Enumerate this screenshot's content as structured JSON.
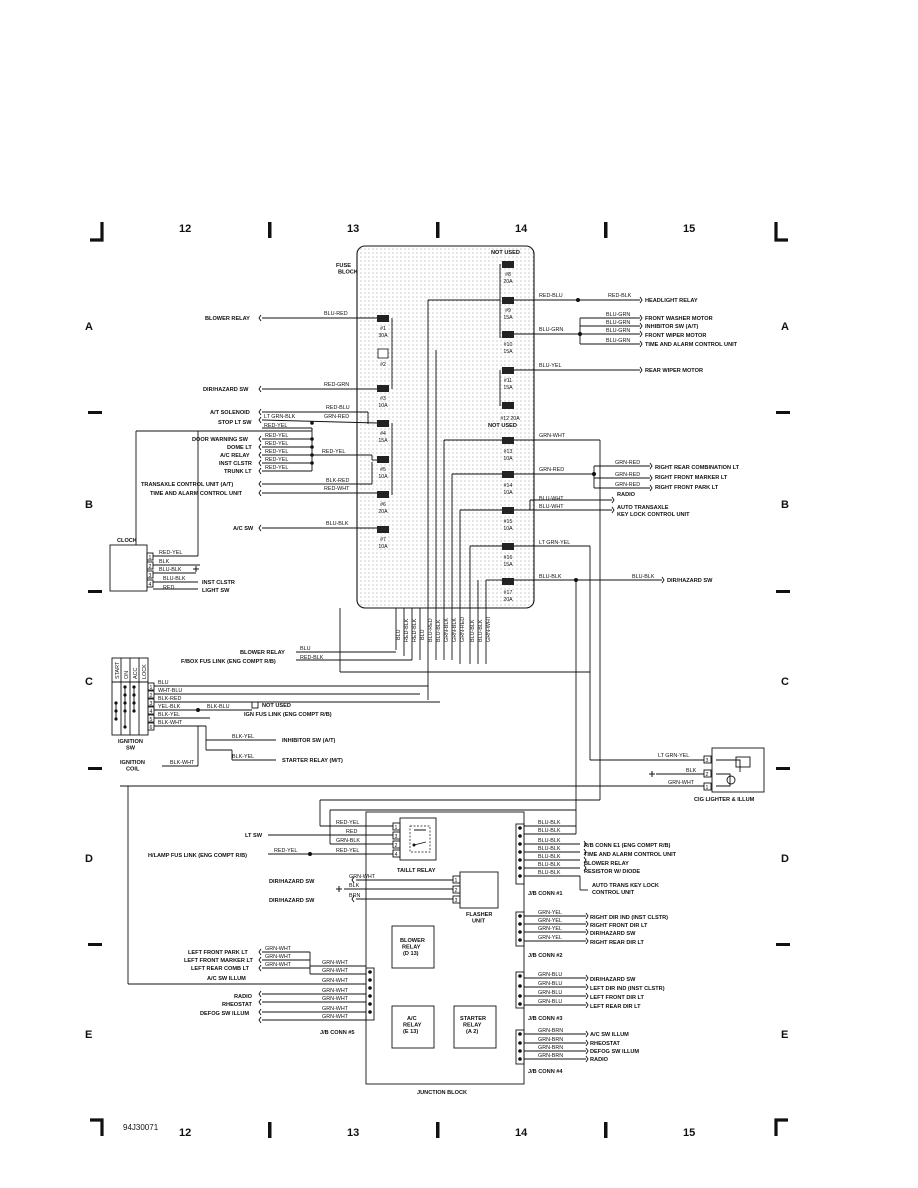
{
  "grid": {
    "top_columns": [
      "12",
      "13",
      "14",
      "15"
    ],
    "bottom_columns": [
      "12",
      "13",
      "14",
      "15"
    ],
    "left_rows": [
      "A",
      "B",
      "C",
      "D",
      "E"
    ],
    "right_rows": [
      "A",
      "B",
      "C",
      "D",
      "E"
    ]
  },
  "figure_id": "94J30071",
  "fuse_block": {
    "title": "FUSE\nBLOCK",
    "fuses": [
      {
        "id": "#8",
        "rating": "20A"
      },
      {
        "id": "#9",
        "rating": "15A"
      },
      {
        "id": "#10",
        "rating": "15A"
      },
      {
        "id": "#11",
        "rating": "15A"
      },
      {
        "id": "#12",
        "rating": "20A"
      },
      {
        "id": "#13",
        "rating": "10A"
      },
      {
        "id": "#14",
        "rating": "10A"
      },
      {
        "id": "#15",
        "rating": "10A"
      },
      {
        "id": "#16",
        "rating": "15A"
      },
      {
        "id": "#17",
        "rating": "20A"
      },
      {
        "id": "#1",
        "rating": "30A"
      },
      {
        "id": "#2",
        "rating": ""
      },
      {
        "id": "#3",
        "rating": "10A"
      },
      {
        "id": "#4",
        "rating": "15A"
      },
      {
        "id": "#5",
        "rating": "10A"
      },
      {
        "id": "#6",
        "rating": "20A"
      },
      {
        "id": "#7",
        "rating": "10A"
      }
    ],
    "not_used_top": "NOT USED",
    "not_used_12": "NOT USED",
    "fuse12_label": "#12 20A",
    "bottom_wires": [
      "BLU",
      "RED-BLK",
      "RED-BLK",
      "RED-BLK",
      "BLU",
      "BLU",
      "BLU-BLK",
      "GRN-BLK",
      "GRN-BLK",
      "GRN-RED",
      "BLU-BLK",
      "BLU-BLK",
      "BLU-BLK"
    ],
    "bottom_wires2": [
      "BLU-RED",
      "BLU-BLK",
      "GRN-WHT"
    ]
  },
  "left_components": [
    {
      "label": "BLOWER RELAY",
      "wire": "BLU-RED"
    },
    {
      "label": "DIR/HAZARD SW",
      "wire": "RED-GRN"
    },
    {
      "label": "A/T SOLENOID",
      "wire": "RED-BLU"
    },
    {
      "label": "STOP LT SW",
      "wire": "LT GRN-BLK"
    },
    {
      "label": "DOOR WARNING SW",
      "wire": "RED-YEL"
    },
    {
      "label": "DOME LT",
      "wire": "RED-YEL"
    },
    {
      "label": "A/C RELAY",
      "wire": "RED-YEL"
    },
    {
      "label": "INST CLSTR",
      "wire": "RED-YEL"
    },
    {
      "label": "TRUNK LT",
      "wire": "RED-YEL"
    },
    {
      "label": "TRANSAXLE CONTROL UNIT (A/T)",
      "wire": "BLK-RED"
    },
    {
      "label": "TIME AND ALARM CONTROL UNIT",
      "wire": "RED-WHT"
    },
    {
      "label": "A/C SW",
      "wire": "BLU-BLK"
    }
  ],
  "extra_wires": {
    "grn_red": "GRN-RED",
    "red_yel_a": "RED-YEL",
    "red_yel_b": "RED-YEL"
  },
  "right_components": [
    {
      "label": "HEADLIGHT RELAY",
      "wire": "RED-BLU",
      "wire2": "RED-BLK"
    },
    {
      "label": "FRONT WASHER MOTOR",
      "wire": "BLU-GRN"
    },
    {
      "label": "INHIBITOR SW (A/T)",
      "wire": "BLU-GRN"
    },
    {
      "label": "FRONT WIPER MOTOR",
      "wire": "BLU-GRN"
    },
    {
      "label": "TIME AND ALARM CONTROL UNIT",
      "wire": "BLU-GRN"
    },
    {
      "label": "REAR WIPER MOTOR",
      "wire": "BLU-YEL"
    },
    {
      "label": "RIGHT REAR COMBINATION LT",
      "wire": "GRN-RED"
    },
    {
      "label": "RIGHT FRONT MARKER LT",
      "wire": "GRN-RED"
    },
    {
      "label": "RIGHT FRONT PARK LT",
      "wire": "GRN-RED"
    },
    {
      "label": "RADIO",
      "wire": "BLU-WHT"
    },
    {
      "label": "AUTO TRANSAXLE",
      "wire": "BLU-WHT"
    },
    {
      "label": "KEY LOCK CONTROL UNIT",
      "wire": ""
    },
    {
      "label": "DIR/HAZARD SW",
      "wire": "BLU-BLK"
    }
  ],
  "right_bus_wires": {
    "w9": "BLU-GRN",
    "w13": "GRN-WHT",
    "w14": "GRN-RED",
    "w16": "LT GRN-YEL",
    "w17": "BLU-BLK"
  },
  "clock": {
    "title": "CLOCK",
    "pins": [
      "1",
      "2",
      "3",
      "4"
    ],
    "wires": [
      "RED-YEL",
      "BLK",
      "BLU-BLK",
      "BLU-BLK",
      "RED"
    ],
    "inst_clstr": "INST CLSTR",
    "light_sw": "LIGHT SW"
  },
  "mid_labels": {
    "blower_relay": "BLOWER RELAY",
    "fbox": "F/BOX FUS LINK (ENG COMPT R/B)",
    "blu": "BLU",
    "red_blk": "RED-BLK"
  },
  "ignition": {
    "title": "IGNITION\nSW",
    "headers": [
      "START",
      "ON",
      "ACC",
      "LOCK"
    ],
    "pins": [
      "1",
      "2",
      "3",
      "4",
      "5",
      "6"
    ],
    "wires": [
      "BLU",
      "WHT-BLU",
      "BLK-RED",
      "YEL-BLK",
      "BLK-YEL",
      "BLK-WHT"
    ],
    "blk_blu": "BLK-BLU",
    "not_used": "NOT USED",
    "ign_fus": "IGN FUS LINK (ENG COMPT R/B)",
    "inhibitor": "INHIBITOR SW (A/T)",
    "starter": "STARTER RELAY (M/T)",
    "wire_inh": "BLK-YEL",
    "wire_str": "BLK-YEL",
    "coil": "IGNITION\nCOIL",
    "coil_wire": "BLK-WHT"
  },
  "cig": {
    "title": "CIG LIGHTER & ILLUM",
    "pins": [
      "3",
      "2",
      "1"
    ],
    "wires": [
      "LT GRN-YEL",
      "BLK",
      "GRN-WHT"
    ]
  },
  "junction": {
    "title": "JUNCTION BLOCK",
    "taillt": {
      "title": "TAILLT RELAY",
      "pins": [
        "1",
        "3",
        "2",
        "4"
      ]
    },
    "flasher": {
      "title": "FLASHER\nUNIT",
      "pins": [
        "1",
        "2",
        "3"
      ]
    },
    "blower": "BLOWER\nRELAY\n(D 13)",
    "ac": "A/C\nRELAY\n(E 13)",
    "starter": "STARTER\nRELAY\n(A 2)",
    "left_top": [
      {
        "label": "LT SW",
        "wire": "RED"
      },
      {
        "label": "H/LAMP FUS LINK (ENG COMPT R/B)",
        "wire": "RED-YEL"
      }
    ],
    "left_top_wires": [
      "RED-YEL",
      "RED",
      "GRN-BLK",
      "RED-YEL"
    ],
    "flasher_left": [
      {
        "label": "DIR/HAZARD SW",
        "wire": "GRN-WHT"
      },
      {
        "label": "",
        "wire": "BLK"
      },
      {
        "label": "DIR/HAZARD SW",
        "wire": "BRN"
      }
    ],
    "conn5": {
      "title": "J/B CONN #5",
      "items": [
        {
          "label": "LEFT FRONT PARK LT",
          "wire": "GRN-WHT"
        },
        {
          "label": "LEFT FRONT MARKER LT",
          "wire": "GRN-WHT"
        },
        {
          "label": "LEFT REAR COMB LT",
          "wire": "GRN-WHT"
        },
        {
          "label": "A/C SW ILLUM",
          "wire": "GRN-WHT"
        },
        {
          "label": "RADIO",
          "wire": "GRN-WHT"
        },
        {
          "label": "RHEOSTAT",
          "wire": "GRN-WHT"
        },
        {
          "label": "DEFOG SW ILLUM",
          "wire": "GRN-WHT"
        }
      ],
      "bus_wires": [
        "GRN-WHT",
        "GRN-WHT",
        "GRN-WHT",
        "GRN-WHT",
        "GRN-WHT",
        "GRN-WHT",
        "GRN-WHT"
      ]
    },
    "conn1": {
      "title": "J/B CONN #1",
      "wires": [
        "BLU-BLK",
        "BLU-BLK",
        "BLU-BLK",
        "BLU-BLK",
        "BLU-BLK",
        "BLU-BLK",
        "BLU-BLK"
      ],
      "labels": [
        "R/B CONN E1 (ENG COMPT R/B)",
        "TIME AND ALARM CONTROL UNIT",
        "BLOWER RELAY",
        "RESISTOR W/ DIODE",
        "AUTO TRANS KEY LOCK",
        "CONTROL UNIT"
      ]
    },
    "conn2": {
      "title": "J/B CONN #2",
      "wires": [
        "GRN-YEL",
        "GRN-YEL",
        "GRN-YEL",
        "GRN-YEL"
      ],
      "labels": [
        "RIGHT DIR IND (INST CLSTR)",
        "RIGHT FRONT DIR LT",
        "DIR/HAZARD SW",
        "RIGHT REAR DIR LT"
      ]
    },
    "conn3": {
      "title": "J/B CONN #3",
      "wires": [
        "GRN-BLU",
        "GRN-BLU",
        "GRN-BLU",
        "GRN-BLU"
      ],
      "labels": [
        "DIR/HAZARD SW",
        "LEFT DIR IND (INST CLSTR)",
        "LEFT FRONT DIR LT",
        "LEFT REAR DIR LT"
      ]
    },
    "conn4": {
      "title": "J/B CONN #4",
      "wires": [
        "GRN-BRN",
        "GRN-BRN",
        "GRN-BRN",
        "GRN-BRN"
      ],
      "labels": [
        "A/C SW ILLUM",
        "RHEOSTAT",
        "DEFOG SW ILLUM",
        "RADIO"
      ]
    }
  }
}
